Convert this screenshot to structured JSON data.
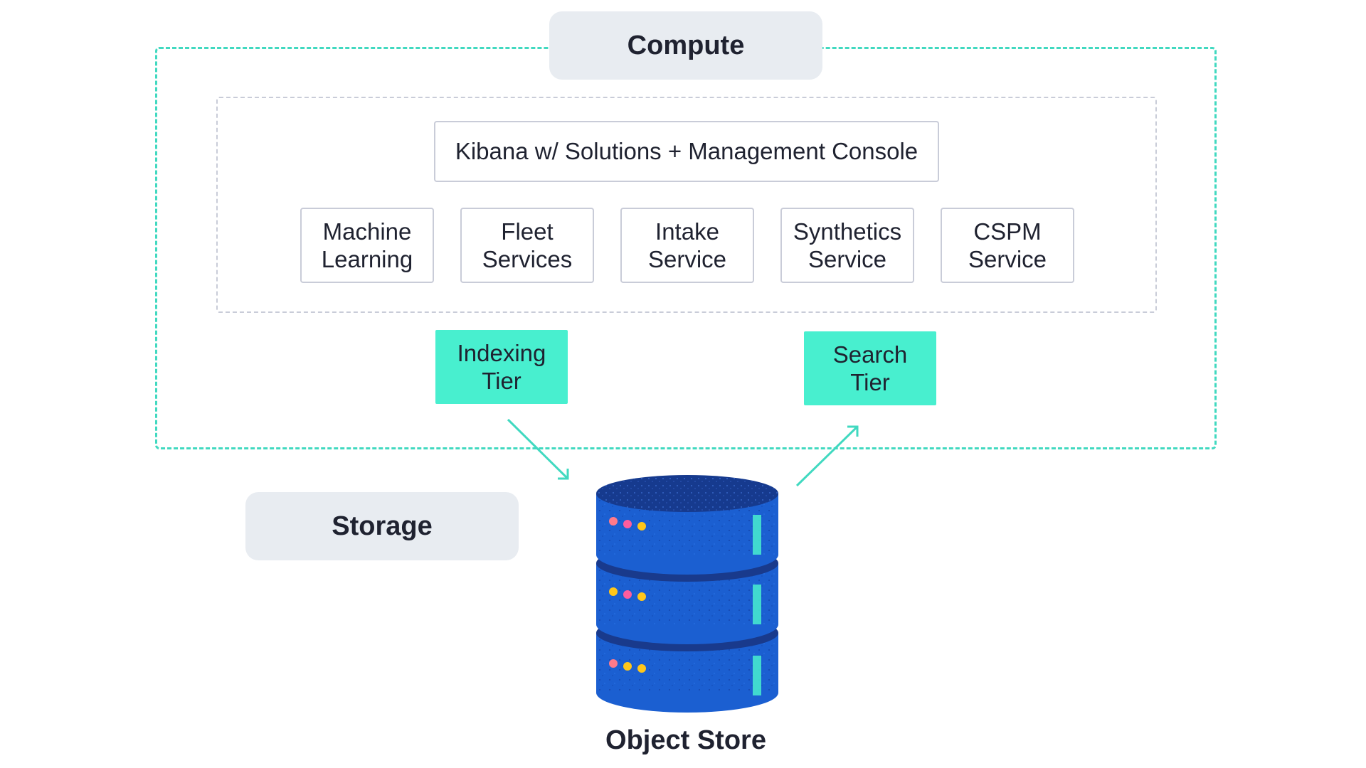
{
  "compute": {
    "label": "Compute"
  },
  "kibana": {
    "label": "Kibana w/ Solutions + Management Console"
  },
  "services": [
    {
      "label": "Machine\nLearning"
    },
    {
      "label": "Fleet\nServices"
    },
    {
      "label": "Intake\nService"
    },
    {
      "label": "Synthetics\nService"
    },
    {
      "label": "CSPM\nService"
    }
  ],
  "tiers": {
    "indexing": {
      "label": "Indexing\nTier"
    },
    "search": {
      "label": "Search\nTier"
    }
  },
  "storage": {
    "label": "Storage"
  },
  "object_store": {
    "label": "Object Store"
  },
  "colors": {
    "accent": "#48efcf",
    "dashed_outer": "#41d9c0",
    "dashed_inner": "#c9ccd8",
    "label_bg": "#e8ecf1",
    "db_body": "#1b5fd1",
    "db_top": "#193a8c",
    "db_dots": [
      "#ff7a8a",
      "#ff5d9e",
      "#ffc61a"
    ]
  }
}
